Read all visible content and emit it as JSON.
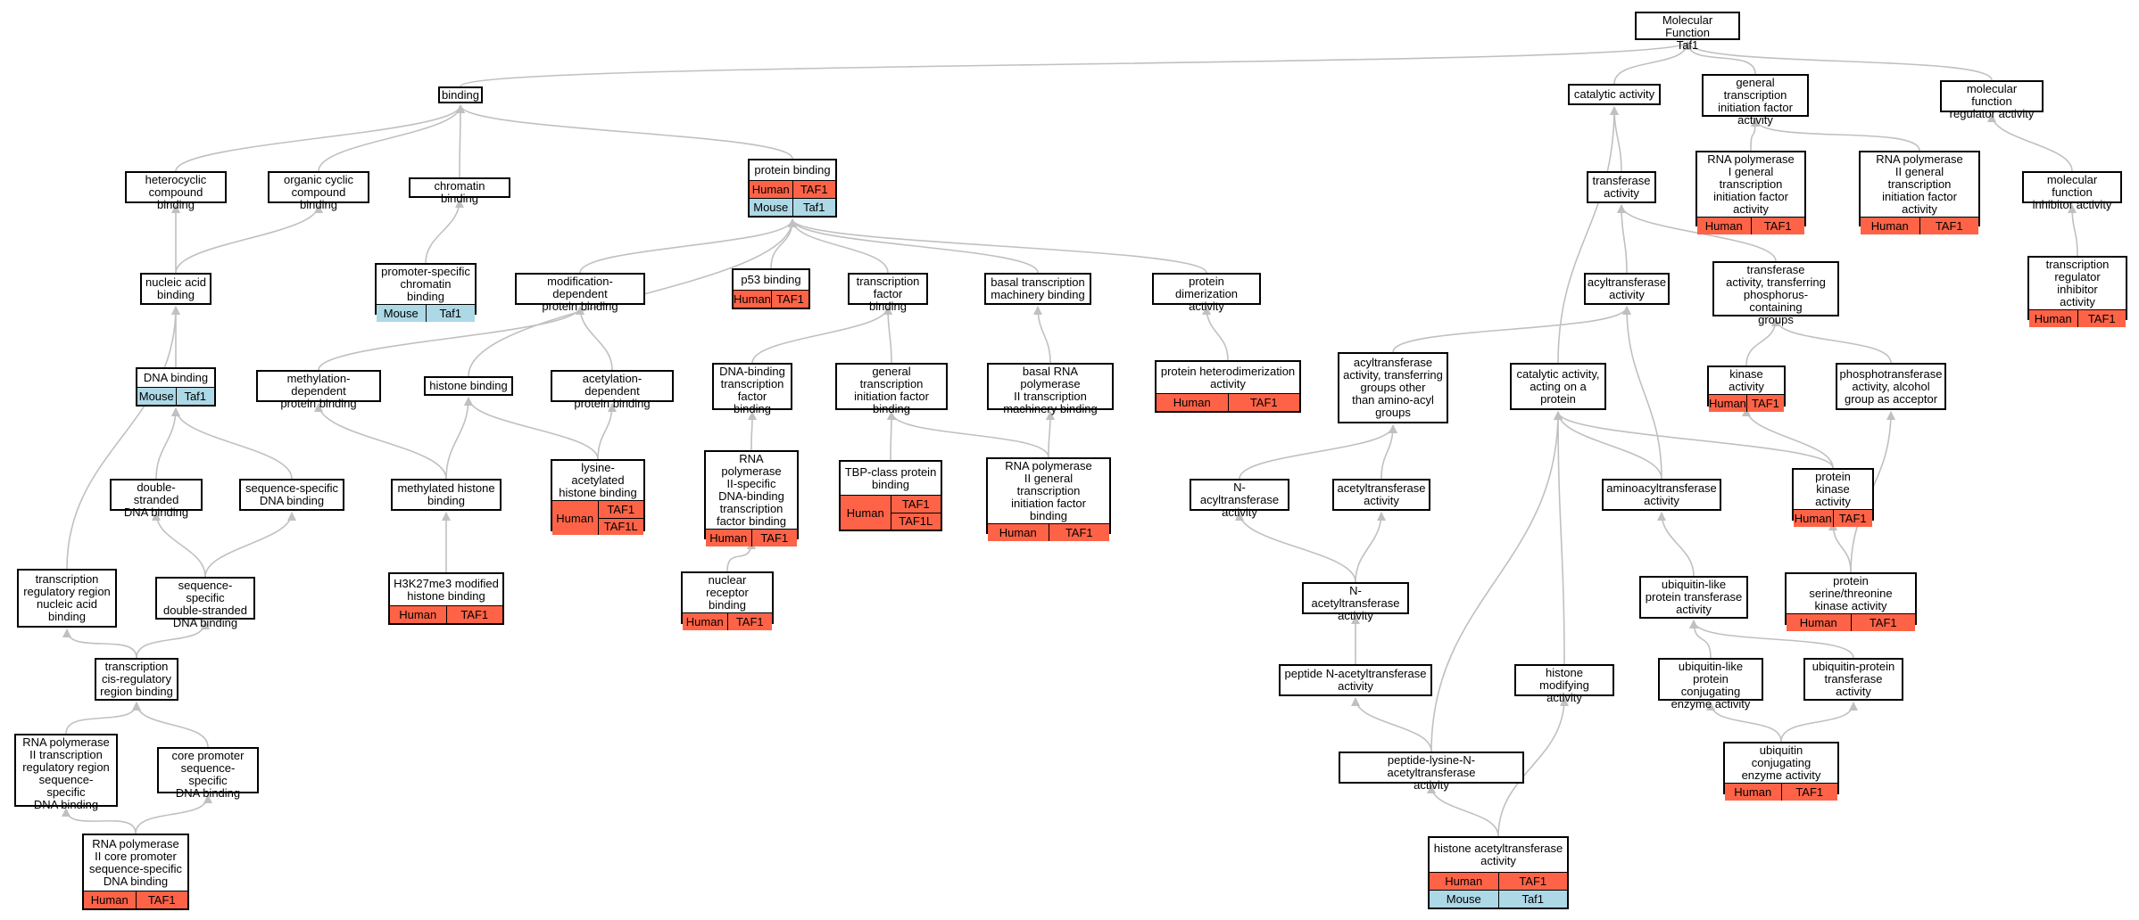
{
  "colors": {
    "human": "#ff6347",
    "mouse": "#add8e6",
    "edge": "#c0c0c0"
  },
  "nodes": [
    {
      "id": "mf",
      "lines": [
        "Molecular Function",
        "Taf1"
      ]
    },
    {
      "id": "binding",
      "lines": [
        "binding"
      ]
    },
    {
      "id": "catalytic",
      "lines": [
        "catalytic activity"
      ]
    },
    {
      "id": "gtifa",
      "lines": [
        "general transcription",
        "initiation factor",
        "activity"
      ]
    },
    {
      "id": "mfreg",
      "lines": [
        "molecular function",
        "regulator activity"
      ]
    },
    {
      "id": "hetero",
      "lines": [
        "heterocyclic",
        "compound binding"
      ]
    },
    {
      "id": "orgcyc",
      "lines": [
        "organic cyclic",
        "compound binding"
      ]
    },
    {
      "id": "chromatin",
      "lines": [
        "chromatin binding"
      ]
    },
    {
      "id": "protbind",
      "lines": [
        "protein binding"
      ],
      "ann": [
        {
          "org": "Human",
          "genes": [
            "TAF1"
          ]
        },
        {
          "org": "Mouse",
          "genes": [
            "Taf1"
          ]
        }
      ]
    },
    {
      "id": "transferase",
      "lines": [
        "transferase",
        "activity"
      ]
    },
    {
      "id": "rnap1gt",
      "lines": [
        "RNA polymerase",
        "I general transcription",
        "initiation factor",
        "activity"
      ],
      "ann": [
        {
          "org": "Human",
          "genes": [
            "TAF1"
          ]
        }
      ]
    },
    {
      "id": "rnap2gt",
      "lines": [
        "RNA polymerase",
        "II general transcription",
        "initiation factor",
        "activity"
      ],
      "ann": [
        {
          "org": "Human",
          "genes": [
            "TAF1"
          ]
        }
      ]
    },
    {
      "id": "mfinhib",
      "lines": [
        "molecular function",
        "inhibitor activity"
      ]
    },
    {
      "id": "nucacid",
      "lines": [
        "nucleic acid",
        "binding"
      ]
    },
    {
      "id": "promspec",
      "lines": [
        "promoter-specific",
        "chromatin binding"
      ],
      "ann": [
        {
          "org": "Mouse",
          "genes": [
            "Taf1"
          ]
        }
      ]
    },
    {
      "id": "moddep",
      "lines": [
        "modification-dependent",
        "protein binding"
      ]
    },
    {
      "id": "p53",
      "lines": [
        "p53 binding"
      ],
      "ann": [
        {
          "org": "Human",
          "genes": [
            "TAF1"
          ]
        }
      ]
    },
    {
      "id": "tfbind",
      "lines": [
        "transcription",
        "factor binding"
      ]
    },
    {
      "id": "basalmach",
      "lines": [
        "basal transcription",
        "machinery binding"
      ]
    },
    {
      "id": "protdimer",
      "lines": [
        "protein dimerization",
        "activity"
      ]
    },
    {
      "id": "acyltrans",
      "lines": [
        "acyltransferase",
        "activity"
      ]
    },
    {
      "id": "transphos",
      "lines": [
        "transferase",
        "activity, transferring",
        "phosphorus-containing",
        "groups"
      ]
    },
    {
      "id": "treginhib",
      "lines": [
        "transcription",
        "regulator inhibitor",
        "activity"
      ],
      "ann": [
        {
          "org": "Human",
          "genes": [
            "TAF1"
          ]
        }
      ]
    },
    {
      "id": "dnabind",
      "lines": [
        "DNA binding"
      ],
      "ann": [
        {
          "org": "Mouse",
          "genes": [
            "Taf1"
          ]
        }
      ]
    },
    {
      "id": "methdep",
      "lines": [
        "methylation-dependent",
        "protein binding"
      ]
    },
    {
      "id": "histbind",
      "lines": [
        "histone binding"
      ]
    },
    {
      "id": "acetdep",
      "lines": [
        "acetylation-dependent",
        "protein binding"
      ]
    },
    {
      "id": "dnabindtf",
      "lines": [
        "DNA-binding",
        "transcription",
        "factor binding"
      ]
    },
    {
      "id": "gtifbind",
      "lines": [
        "general transcription",
        "initiation factor",
        "binding"
      ]
    },
    {
      "id": "basalrnap2",
      "lines": [
        "basal RNA polymerase",
        "II transcription",
        "machinery binding"
      ]
    },
    {
      "id": "protheterodimer",
      "lines": [
        "protein heterodimerization",
        "activity"
      ],
      "ann": [
        {
          "org": "Human",
          "genes": [
            "TAF1"
          ]
        }
      ]
    },
    {
      "id": "acyltransother",
      "lines": [
        "acyltransferase",
        "activity, transferring",
        "groups other",
        "than amino-acyl",
        "groups"
      ]
    },
    {
      "id": "catonprot",
      "lines": [
        "catalytic activity,",
        "acting on a",
        "protein"
      ]
    },
    {
      "id": "kinase",
      "lines": [
        "kinase activity"
      ],
      "ann": [
        {
          "org": "Human",
          "genes": [
            "TAF1"
          ]
        }
      ]
    },
    {
      "id": "phosphotrans",
      "lines": [
        "phosphotransferase",
        "activity, alcohol",
        "group as acceptor"
      ]
    },
    {
      "id": "dsdna",
      "lines": [
        "double-stranded",
        "DNA binding"
      ]
    },
    {
      "id": "seqdna",
      "lines": [
        "sequence-specific",
        "DNA binding"
      ]
    },
    {
      "id": "methhist",
      "lines": [
        "methylated histone",
        "binding"
      ]
    },
    {
      "id": "lysacet",
      "lines": [
        "lysine-acetylated",
        "histone binding"
      ],
      "ann": [
        {
          "org": "Human",
          "genes": [
            "TAF1",
            "TAF1L"
          ]
        }
      ]
    },
    {
      "id": "rnap2dbtf",
      "lines": [
        "RNA polymerase",
        "II-specific",
        "DNA-binding",
        "transcription",
        "factor binding"
      ],
      "ann": [
        {
          "org": "Human",
          "genes": [
            "TAF1"
          ]
        }
      ]
    },
    {
      "id": "tbpclass",
      "lines": [
        "TBP-class protein",
        "binding"
      ],
      "ann": [
        {
          "org": "Human",
          "genes": [
            "TAF1",
            "TAF1L"
          ]
        }
      ]
    },
    {
      "id": "rnap2gtifb",
      "lines": [
        "RNA polymerase",
        "II general transcription",
        "initiation factor",
        "binding"
      ],
      "ann": [
        {
          "org": "Human",
          "genes": [
            "TAF1"
          ]
        }
      ]
    },
    {
      "id": "nacyltrans",
      "lines": [
        "N-acyltransferase",
        "activity"
      ]
    },
    {
      "id": "acetyltrans",
      "lines": [
        "acetyltransferase",
        "activity"
      ]
    },
    {
      "id": "aminoacyl",
      "lines": [
        "aminoacyltransferase",
        "activity"
      ]
    },
    {
      "id": "protkinase",
      "lines": [
        "protein kinase",
        "activity"
      ],
      "ann": [
        {
          "org": "Human",
          "genes": [
            "TAF1"
          ]
        }
      ]
    },
    {
      "id": "trreg",
      "lines": [
        "transcription",
        "regulatory region",
        "nucleic acid",
        "binding"
      ]
    },
    {
      "id": "seqdsdna",
      "lines": [
        "sequence-specific",
        "double-stranded",
        "DNA binding"
      ]
    },
    {
      "id": "h3k27",
      "lines": [
        "H3K27me3 modified",
        "histone binding"
      ],
      "ann": [
        {
          "org": "Human",
          "genes": [
            "TAF1"
          ]
        }
      ]
    },
    {
      "id": "nucrec",
      "lines": [
        "nuclear receptor",
        "binding"
      ],
      "ann": [
        {
          "org": "Human",
          "genes": [
            "TAF1"
          ]
        }
      ]
    },
    {
      "id": "nacetyl",
      "lines": [
        "N-acetyltransferase",
        "activity"
      ]
    },
    {
      "id": "ublptrans",
      "lines": [
        "ubiquitin-like",
        "protein transferase",
        "activity"
      ]
    },
    {
      "id": "serthr",
      "lines": [
        "protein serine/threonine",
        "kinase activity"
      ],
      "ann": [
        {
          "org": "Human",
          "genes": [
            "TAF1"
          ]
        }
      ]
    },
    {
      "id": "cisreg",
      "lines": [
        "transcription",
        "cis-regulatory",
        "region binding"
      ]
    },
    {
      "id": "peptnacetyl",
      "lines": [
        "peptide N-acetyltransferase",
        "activity"
      ]
    },
    {
      "id": "histmod",
      "lines": [
        "histone modifying",
        "activity"
      ]
    },
    {
      "id": "ublconj",
      "lines": [
        "ubiquitin-like",
        "protein conjugating",
        "enzyme activity"
      ]
    },
    {
      "id": "ubptrans",
      "lines": [
        "ubiquitin-protein",
        "transferase",
        "activity"
      ]
    },
    {
      "id": "rnap2trrseq",
      "lines": [
        "RNA polymerase",
        "II transcription",
        "regulatory region",
        "sequence-specific",
        "DNA binding"
      ]
    },
    {
      "id": "corepromseq",
      "lines": [
        "core promoter",
        "sequence-specific",
        "DNA binding"
      ]
    },
    {
      "id": "peptlys",
      "lines": [
        "peptide-lysine-N-acetyltransferase",
        "activity"
      ]
    },
    {
      "id": "ubconj",
      "lines": [
        "ubiquitin conjugating",
        "enzyme activity"
      ],
      "ann": [
        {
          "org": "Human",
          "genes": [
            "TAF1"
          ]
        }
      ]
    },
    {
      "id": "rnap2core",
      "lines": [
        "RNA polymerase",
        "II core promoter",
        "sequence-specific",
        "DNA binding"
      ],
      "ann": [
        {
          "org": "Human",
          "genes": [
            "TAF1"
          ]
        }
      ]
    },
    {
      "id": "hat",
      "lines": [
        "histone acetyltransferase",
        "activity"
      ],
      "ann": [
        {
          "org": "Human",
          "genes": [
            "TAF1"
          ]
        },
        {
          "org": "Mouse",
          "genes": [
            "Taf1"
          ]
        }
      ]
    }
  ],
  "edges": [
    [
      "binding",
      "mf"
    ],
    [
      "catalytic",
      "mf"
    ],
    [
      "gtifa",
      "mf"
    ],
    [
      "mfreg",
      "mf"
    ],
    [
      "hetero",
      "binding"
    ],
    [
      "orgcyc",
      "binding"
    ],
    [
      "chromatin",
      "binding"
    ],
    [
      "protbind",
      "binding"
    ],
    [
      "transferase",
      "catalytic"
    ],
    [
      "catonprot",
      "catalytic"
    ],
    [
      "rnap1gt",
      "gtifa"
    ],
    [
      "rnap2gt",
      "gtifa"
    ],
    [
      "mfinhib",
      "mfreg"
    ],
    [
      "treginhib",
      "mfinhib"
    ],
    [
      "nucacid",
      "hetero"
    ],
    [
      "nucacid",
      "orgcyc"
    ],
    [
      "promspec",
      "chromatin"
    ],
    [
      "moddep",
      "protbind"
    ],
    [
      "p53",
      "protbind"
    ],
    [
      "tfbind",
      "protbind"
    ],
    [
      "basalmach",
      "protbind"
    ],
    [
      "protdimer",
      "protbind"
    ],
    [
      "histbind",
      "protbind"
    ],
    [
      "acyltrans",
      "transferase"
    ],
    [
      "transphos",
      "transferase"
    ],
    [
      "dnabind",
      "nucacid"
    ],
    [
      "trreg",
      "nucacid"
    ],
    [
      "methdep",
      "moddep"
    ],
    [
      "acetdep",
      "moddep"
    ],
    [
      "dnabindtf",
      "tfbind"
    ],
    [
      "gtifbind",
      "tfbind"
    ],
    [
      "basalrnap2",
      "basalmach"
    ],
    [
      "protheterodimer",
      "protdimer"
    ],
    [
      "acyltransother",
      "acyltrans"
    ],
    [
      "aminoacyl",
      "acyltrans"
    ],
    [
      "kinase",
      "transphos"
    ],
    [
      "phosphotrans",
      "transphos"
    ],
    [
      "dsdna",
      "dnabind"
    ],
    [
      "seqdna",
      "dnabind"
    ],
    [
      "methhist",
      "methdep"
    ],
    [
      "methhist",
      "histbind"
    ],
    [
      "lysacet",
      "histbind"
    ],
    [
      "lysacet",
      "acetdep"
    ],
    [
      "rnap2dbtf",
      "dnabindtf"
    ],
    [
      "tbpclass",
      "gtifbind"
    ],
    [
      "rnap2gtifb",
      "gtifbind"
    ],
    [
      "rnap2gtifb",
      "basalrnap2"
    ],
    [
      "nacyltrans",
      "acyltransother"
    ],
    [
      "acetyltrans",
      "acyltransother"
    ],
    [
      "aminoacyl",
      "catonprot"
    ],
    [
      "protkinase",
      "catonprot"
    ],
    [
      "histmod",
      "catonprot"
    ],
    [
      "peptlys",
      "catonprot"
    ],
    [
      "protkinase",
      "kinase"
    ],
    [
      "serthr",
      "protkinase"
    ],
    [
      "serthr",
      "phosphotrans"
    ],
    [
      "seqdsdna",
      "dsdna"
    ],
    [
      "seqdsdna",
      "seqdna"
    ],
    [
      "h3k27",
      "methhist"
    ],
    [
      "nucrec",
      "rnap2dbtf"
    ],
    [
      "nacetyl",
      "nacyltrans"
    ],
    [
      "nacetyl",
      "acetyltrans"
    ],
    [
      "ublptrans",
      "aminoacyl"
    ],
    [
      "cisreg",
      "trreg"
    ],
    [
      "cisreg",
      "seqdsdna"
    ],
    [
      "peptnacetyl",
      "nacetyl"
    ],
    [
      "ublconj",
      "ublptrans"
    ],
    [
      "ubptrans",
      "ublptrans"
    ],
    [
      "rnap2trrseq",
      "cisreg"
    ],
    [
      "corepromseq",
      "cisreg"
    ],
    [
      "peptlys",
      "peptnacetyl"
    ],
    [
      "ubconj",
      "ublconj"
    ],
    [
      "ubconj",
      "ubptrans"
    ],
    [
      "rnap2core",
      "rnap2trrseq"
    ],
    [
      "rnap2core",
      "corepromseq"
    ],
    [
      "hat",
      "peptlys"
    ],
    [
      "hat",
      "histmod"
    ]
  ]
}
